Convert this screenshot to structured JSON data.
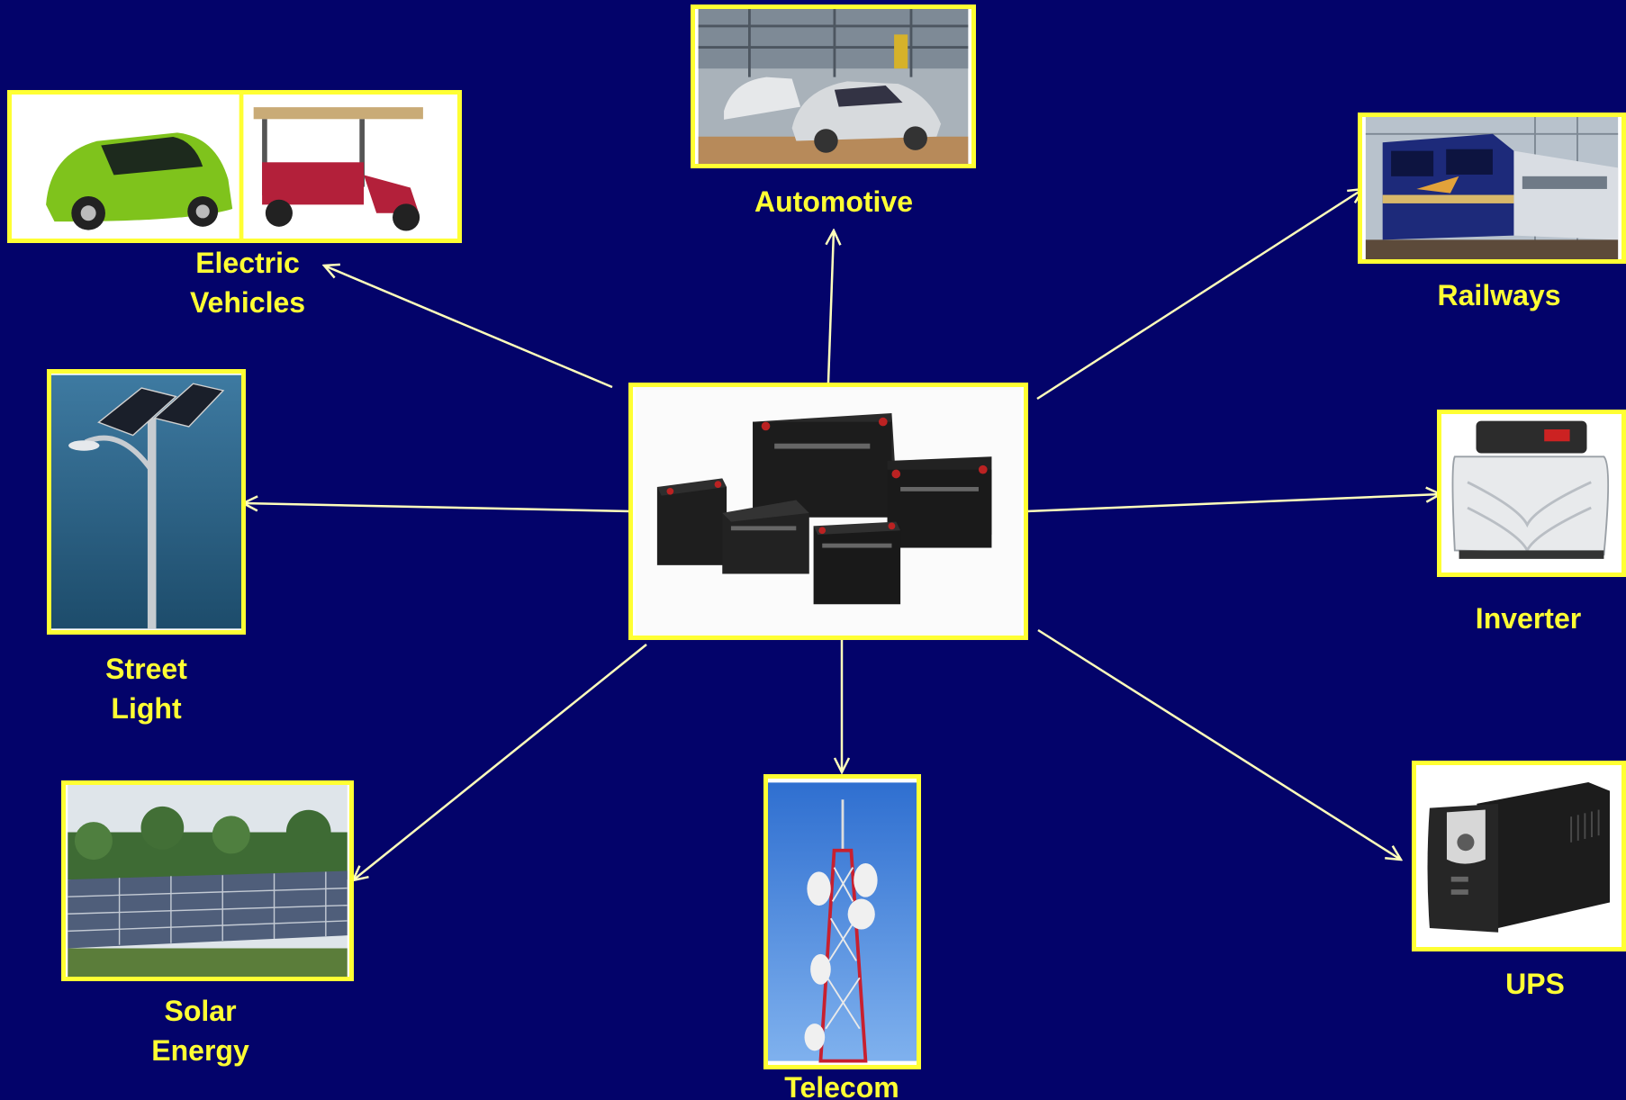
{
  "colors": {
    "background": "#03036a",
    "frame_border": "#ffff33",
    "label_text": "#ffff33",
    "arrow": "#ffffbb"
  },
  "center": {
    "icon": "battery-group-icon"
  },
  "applications": [
    {
      "id": "electric-vehicles",
      "lines": [
        "Electric",
        "Vehicles"
      ],
      "icon": "electric-car-and-erickshaw-icon"
    },
    {
      "id": "automotive",
      "lines": [
        "Automotive"
      ],
      "icon": "car-assembly-line-icon"
    },
    {
      "id": "railways",
      "lines": [
        "Railways"
      ],
      "icon": "locomotive-icon"
    },
    {
      "id": "street-light",
      "lines": [
        "Street",
        "Light"
      ],
      "icon": "solar-street-light-icon"
    },
    {
      "id": "inverter",
      "lines": [
        "Inverter"
      ],
      "icon": "inverter-icon"
    },
    {
      "id": "solar-energy",
      "lines": [
        "Solar",
        "Energy"
      ],
      "icon": "solar-panel-field-icon"
    },
    {
      "id": "telecom",
      "lines": [
        "Telecom"
      ],
      "icon": "telecom-tower-icon"
    },
    {
      "id": "ups",
      "lines": [
        "UPS"
      ],
      "icon": "ups-unit-icon"
    }
  ]
}
